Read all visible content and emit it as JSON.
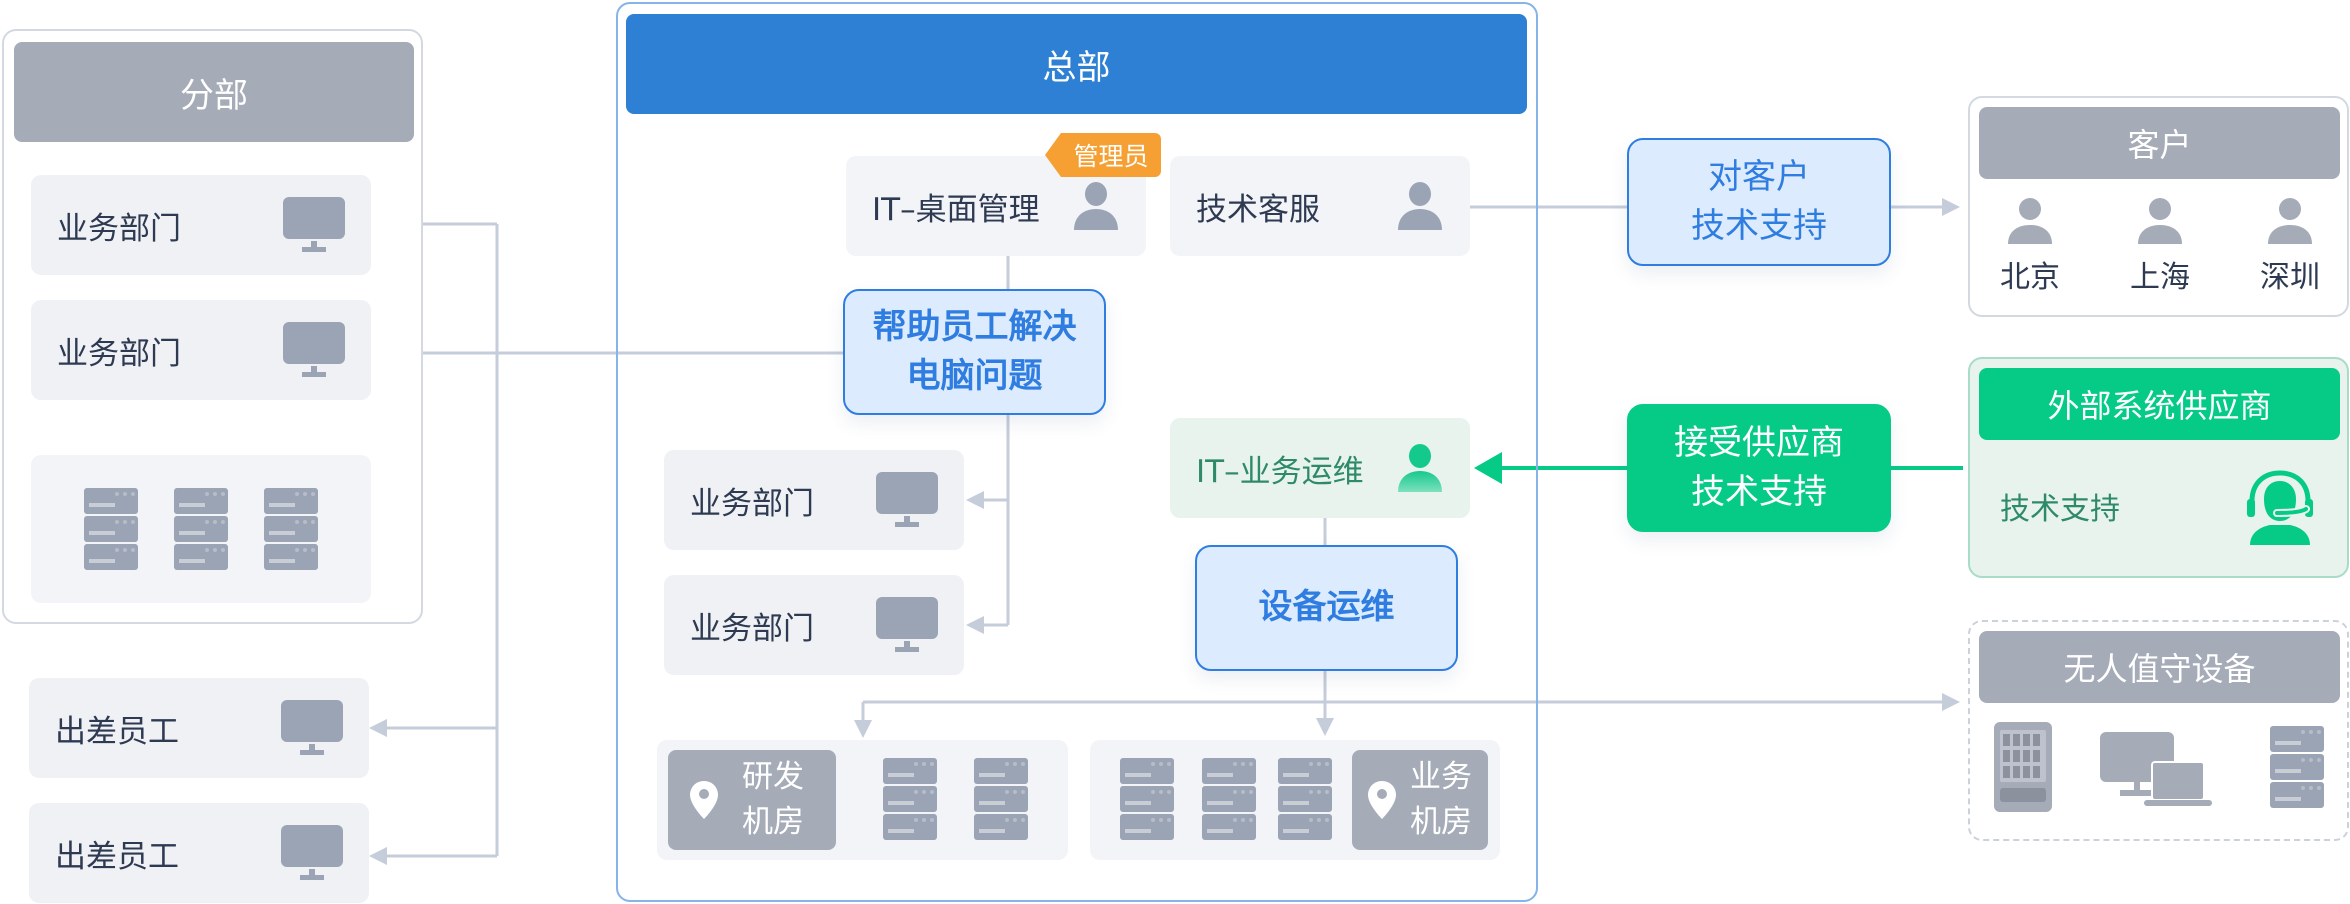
{
  "branch": {
    "title": "分部",
    "departments": [
      {
        "label": "业务部门",
        "icon": "monitor-icon"
      },
      {
        "label": "业务部门",
        "icon": "monitor-icon"
      }
    ],
    "servers_icon": "server-rack-icon"
  },
  "travel_staff": [
    {
      "label": "出差员工",
      "icon": "monitor-icon"
    },
    {
      "label": "出差员工",
      "icon": "monitor-icon"
    }
  ],
  "hq": {
    "title": "总部",
    "desktop_mgmt": {
      "label": "IT–桌面管理",
      "badge": "管理员",
      "icon": "user-icon"
    },
    "tech_service": {
      "label": "技术客服",
      "icon": "user-icon"
    },
    "help_action": {
      "line1": "帮助员工解决",
      "line2": "电脑问题"
    },
    "departments": [
      {
        "label": "业务部门",
        "icon": "monitor-icon"
      },
      {
        "label": "业务部门",
        "icon": "monitor-icon"
      }
    ],
    "biz_ops": {
      "label": "IT–业务运维",
      "icon": "user-icon"
    },
    "device_ops": {
      "label": "设备运维"
    },
    "rd_room": {
      "line1": "研发",
      "line2": "机房",
      "icon": "location-pin-icon"
    },
    "biz_room": {
      "line1": "业务",
      "line2": "机房",
      "icon": "location-pin-icon"
    }
  },
  "customer_support_action": {
    "line1": "对客户",
    "line2": "技术支持"
  },
  "supplier_support_action": {
    "line1": "接受供应商",
    "line2": "技术支持"
  },
  "customers": {
    "title": "客户",
    "cities": [
      "北京",
      "上海",
      "深圳"
    ]
  },
  "supplier": {
    "title": "外部系统供应商",
    "label": "技术支持",
    "icon": "headset-agent-icon"
  },
  "unattended": {
    "title": "无人值守设备",
    "devices": [
      "cabinet-icon",
      "desktop-laptop-icon",
      "server-rack-icon"
    ]
  },
  "colors": {
    "primary_blue": "#2d80d3",
    "action_blue": "#2f7de0",
    "green": "#06cb87",
    "orange_badge": "#f6a033",
    "gray_header": "#a5abb7",
    "connector": "#c5ccda"
  }
}
